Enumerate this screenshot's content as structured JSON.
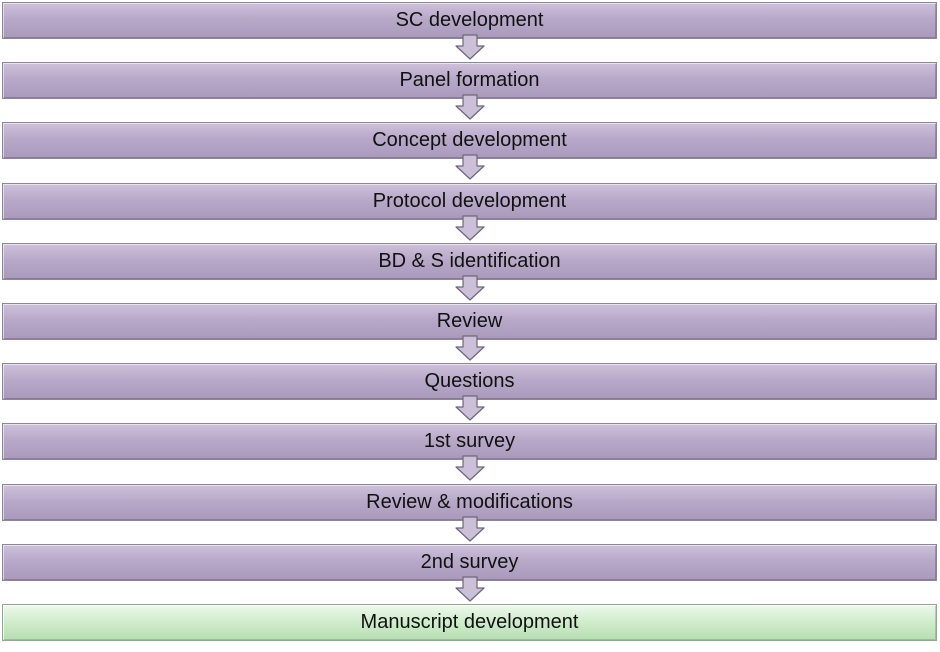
{
  "flowchart": {
    "steps": [
      {
        "label": "SC development",
        "variant": "purple"
      },
      {
        "label": "Panel formation",
        "variant": "purple"
      },
      {
        "label": "Concept development",
        "variant": "purple"
      },
      {
        "label": "Protocol development",
        "variant": "purple"
      },
      {
        "label": "BD & S identification",
        "variant": "purple"
      },
      {
        "label": "Review",
        "variant": "purple"
      },
      {
        "label": "Questions",
        "variant": "purple"
      },
      {
        "label": "1st survey",
        "variant": "purple"
      },
      {
        "label": "Review & modifications",
        "variant": "purple"
      },
      {
        "label": "2nd survey",
        "variant": "purple"
      },
      {
        "label": "Manuscript development",
        "variant": "green"
      }
    ],
    "arrow_icon": "down-arrow-icon",
    "colors": {
      "step_fill": "#b8a9c9",
      "step_border": "#8e8596",
      "final_fill": "#cfeccb",
      "final_border": "#8fa88f",
      "arrow_fill": "#cbc0d8",
      "arrow_stroke": "#6e6678"
    }
  }
}
